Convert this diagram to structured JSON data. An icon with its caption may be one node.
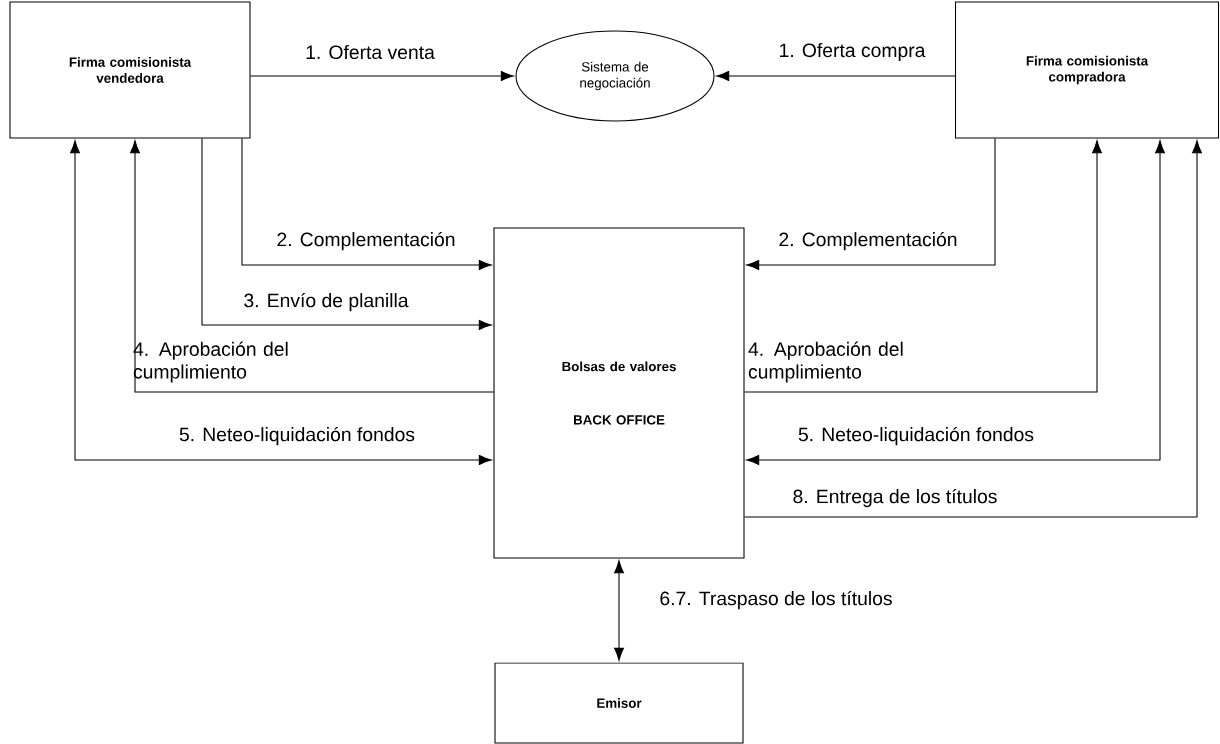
{
  "diagram": {
    "nodes": [
      {
        "text": [
          "Firma comisionista vendedora"
        ]
      },
      {
        "text": [
          "Sistema de negociación"
        ]
      },
      {
        "text": [
          "Firma comisionista compradora"
        ]
      },
      {
        "text": [
          "Bolsas de valores",
          "BACK OFFICE"
        ]
      },
      {
        "text": [
          "Emisor"
        ]
      }
    ],
    "edges": [
      {
        "from": 0,
        "to": 1,
        "arrow": "to",
        "label": "1. Oferta venta"
      },
      {
        "from": 2,
        "to": 1,
        "arrow": "to",
        "label": "1. Oferta compra"
      },
      {
        "from": 0,
        "to": 3,
        "arrow": "to",
        "label": "2. Complementación"
      },
      {
        "from": 2,
        "to": 3,
        "arrow": "to",
        "label": "2. Complementación"
      },
      {
        "from": 0,
        "to": 3,
        "arrow": "to",
        "label": "3. Envío de planilla"
      },
      {
        "from": 3,
        "to": 0,
        "arrow": "to",
        "label": "4. Aprobación del cumplimiento"
      },
      {
        "from": 3,
        "to": 2,
        "arrow": "to",
        "label": "4. Aprobación del cumplimiento"
      },
      {
        "from": 0,
        "to": 3,
        "arrow": "both",
        "label": "5. Neteo-liquidación fondos"
      },
      {
        "from": 2,
        "to": 3,
        "arrow": "both",
        "label": "5. Neteo-liquidación fondos"
      },
      {
        "from": 3,
        "to": 2,
        "arrow": "to",
        "label": "8. Entrega de los títulos"
      },
      {
        "from": 3,
        "to": 4,
        "arrow": "both",
        "label": "6.7. Traspaso de los títulos"
      }
    ]
  }
}
